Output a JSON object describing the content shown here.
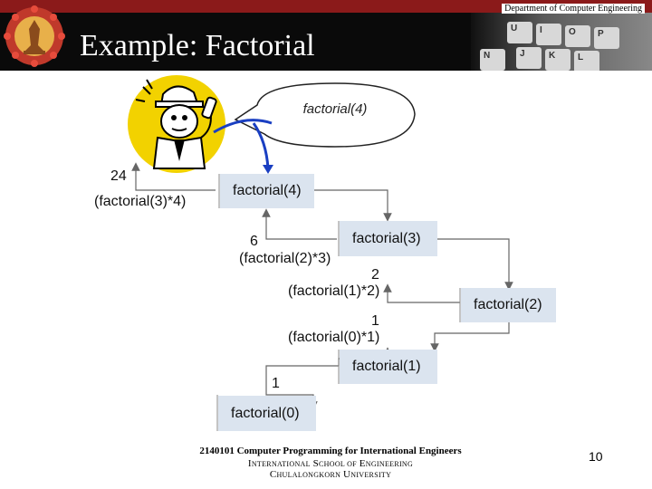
{
  "header": {
    "department": "Department of Computer Engineering",
    "title": "Example: Factorial",
    "keys": [
      "U",
      "I",
      "O",
      "P",
      "J",
      "K",
      "L",
      "N"
    ]
  },
  "illustration": {
    "bubble_text": "factorial(4)"
  },
  "diagram": {
    "calls": [
      "factorial(4)",
      "factorial(3)",
      "factorial(2)",
      "factorial(1)",
      "factorial(0)"
    ],
    "returns": [
      {
        "value": "24",
        "expr": "(factorial(3)*4)"
      },
      {
        "value": "6",
        "expr": "(factorial(2)*3)"
      },
      {
        "value": "2",
        "expr": "(factorial(1)*2)"
      },
      {
        "value": "1",
        "expr": "(factorial(0)*1)"
      },
      {
        "value": "1",
        "expr": ""
      }
    ]
  },
  "footer": {
    "course": "2140101 Computer Programming for International Engineers",
    "school_first": "I",
    "school_a": "NTERNATIONAL",
    "school_b": "S",
    "school_c": "CHOOL OF",
    "school_d": "E",
    "school_e": "NGINEERING",
    "univ_a": "C",
    "univ_b": "HULALONGKORN",
    "univ_c": "U",
    "univ_d": "NIVERSITY",
    "page": "10"
  },
  "colors": {
    "header_bg": "#0a0a0a",
    "header_stripe": "#8b1a1a",
    "box_fill": "#dbe4ef",
    "line": "#555555",
    "accent_arrow": "#1a3fc2",
    "character_bg": "#f2d200"
  }
}
